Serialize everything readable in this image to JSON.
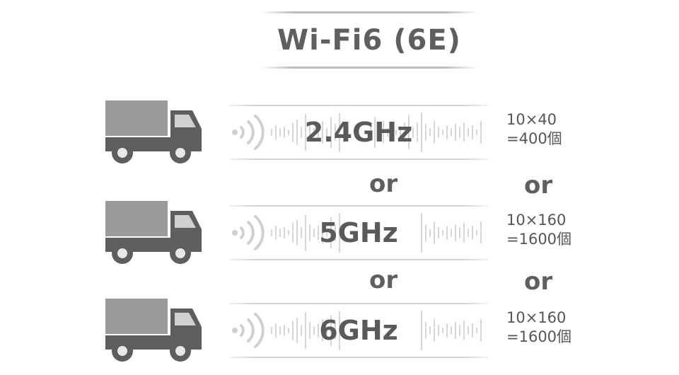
{
  "title": "Wi-Fi6 (6E)",
  "bands": [
    {
      "freq": "2.4GHz",
      "calc_line1": "10×40",
      "calc_line2": "=400個"
    },
    {
      "freq": "5GHz",
      "calc_line1": "10×160",
      "calc_line2": "=1600個"
    },
    {
      "freq": "6GHz",
      "calc_line1": "10×160",
      "calc_line2": "=1600個"
    }
  ],
  "separators": [
    {
      "left": "or",
      "right": "or"
    },
    {
      "left": "or",
      "right": "or"
    }
  ],
  "icons": {
    "truck": "truck-icon",
    "signal": "wifi-signal-icon",
    "wave": "sound-wave-icon"
  },
  "colors": {
    "truck_dark": "#5e5e5e",
    "truck_cargo": "#9a9a9a",
    "wave": "#d6d6d6",
    "text": "#5f5f5f"
  }
}
